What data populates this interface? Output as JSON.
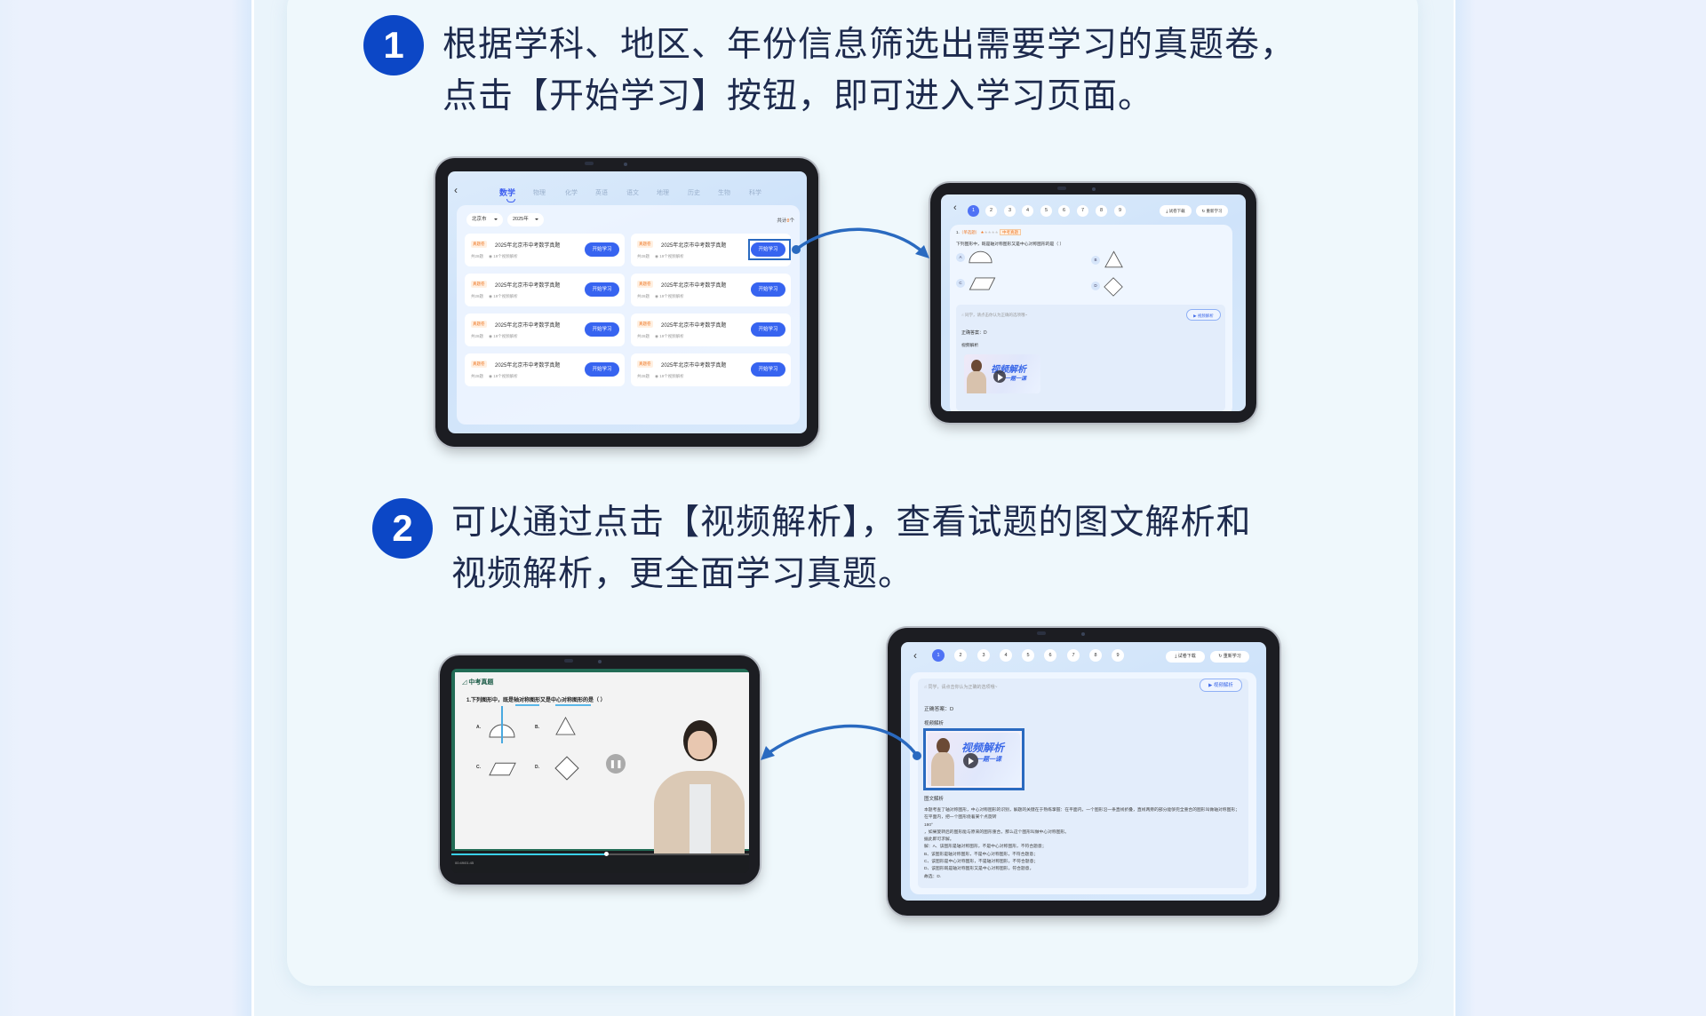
{
  "step1": {
    "number": "1",
    "line1": "根据学科、地区、年份信息筛选出需要学习的真题卷，",
    "line2": "点击【开始学习】按钮，即可进入学习页面。"
  },
  "step2": {
    "number": "2",
    "line1": "可以通过点击【视频解析】，查看试题的图文解析和",
    "line2": "视频解析，更全面学习真题。"
  },
  "colors": {
    "badge": "#0c47c6",
    "primary": "#3764f0",
    "tag": "#f07a28"
  },
  "list_screen": {
    "back_icon": "chevron-left-icon",
    "tabs": [
      "数学",
      "物理",
      "化学",
      "英语",
      "语文",
      "地理",
      "历史",
      "生物",
      "科学"
    ],
    "active_tab": "数学",
    "filters": {
      "region": "北京市",
      "year": "2025年"
    },
    "total": {
      "prefix": "共计",
      "count": "8",
      "suffix": "个"
    },
    "papers": [
      {
        "tag": "真题卷",
        "title": "2025年北京市中考数学真题",
        "count": "共28题",
        "videos": "19个视频解析",
        "button": "开始学习"
      },
      {
        "tag": "真题卷",
        "title": "2025年北京市中考数学真题",
        "count": "共28题",
        "videos": "19个视频解析",
        "button": "开始学习"
      },
      {
        "tag": "真题卷",
        "title": "2025年北京市中考数学真题",
        "count": "共28题",
        "videos": "19个视频解析",
        "button": "开始学习"
      },
      {
        "tag": "真题卷",
        "title": "2025年北京市中考数学真题",
        "count": "共28题",
        "videos": "19个视频解析",
        "button": "开始学习"
      },
      {
        "tag": "真题卷",
        "title": "2025年北京市中考数学真题",
        "count": "共28题",
        "videos": "19个视频解析",
        "button": "开始学习"
      },
      {
        "tag": "真题卷",
        "title": "2025年北京市中考数学真题",
        "count": "共28题",
        "videos": "19个视频解析",
        "button": "开始学习"
      },
      {
        "tag": "真题卷",
        "title": "2025年北京市中考数学真题",
        "count": "共28题",
        "videos": "19个视频解析",
        "button": "开始学习"
      },
      {
        "tag": "真题卷",
        "title": "2025年北京市中考数学真题",
        "count": "共28题",
        "videos": "19个视频解析",
        "button": "开始学习"
      }
    ]
  },
  "question_screen": {
    "question_numbers": [
      "1",
      "2",
      "3",
      "4",
      "5",
      "6",
      "7",
      "8",
      "9"
    ],
    "current": "1",
    "download": "试卷下载",
    "restart": "重新学习",
    "q_index": "1.",
    "q_type": "（单选题）",
    "difficulty_stars": 1,
    "max_stars": 5,
    "q_tag": "中考真题",
    "question": "下列图形中，既是轴对称图形又是中心对称图形的是（    ）",
    "options": [
      "A",
      "B",
      "C",
      "D"
    ],
    "hint": "同学，请点击你认为正确的选项哦~",
    "video_button": "视频解析",
    "answer": "正确答案：D",
    "video_label": "视频解析",
    "thumb_title": "视频解析",
    "thumb_sub": "一题一课",
    "graphic_label": "图文解析",
    "explanation": [
      "本题考查了轴对称图形，中心对称图形的识别，解题的关键在于熟练掌握：在平面内，一个图形沿一条直线折叠，直线两旁的部分能够完全重合的图形叫做轴对称图形；在平面内，把一个图形绕着某个点旋转",
      "180°",
      "，如果旋转后的图形能与原来的图形重合，那么这个图形叫做中心对称图形。",
      "据此即可求解。",
      "解：A、该图形是轴对称图形，不是中心对称图形，不符合题意；",
      "B、该图形是轴对称图形，不是中心对称图形，不符合题意；",
      "C、该图形是中心对称图形，不是轴对称图形，不符合题意；",
      "D、该图形既是轴对称图形又是中心对称图形，符合题意，",
      "故选：D."
    ]
  },
  "video_screen": {
    "brand": "中考真题",
    "question": "1.下列图形中，既是轴对称图形又是中心对称图形的是（    ）",
    "options": [
      "A.",
      "B.",
      "C.",
      "D."
    ],
    "time": "00:49/01:45",
    "progress": 0.52
  }
}
